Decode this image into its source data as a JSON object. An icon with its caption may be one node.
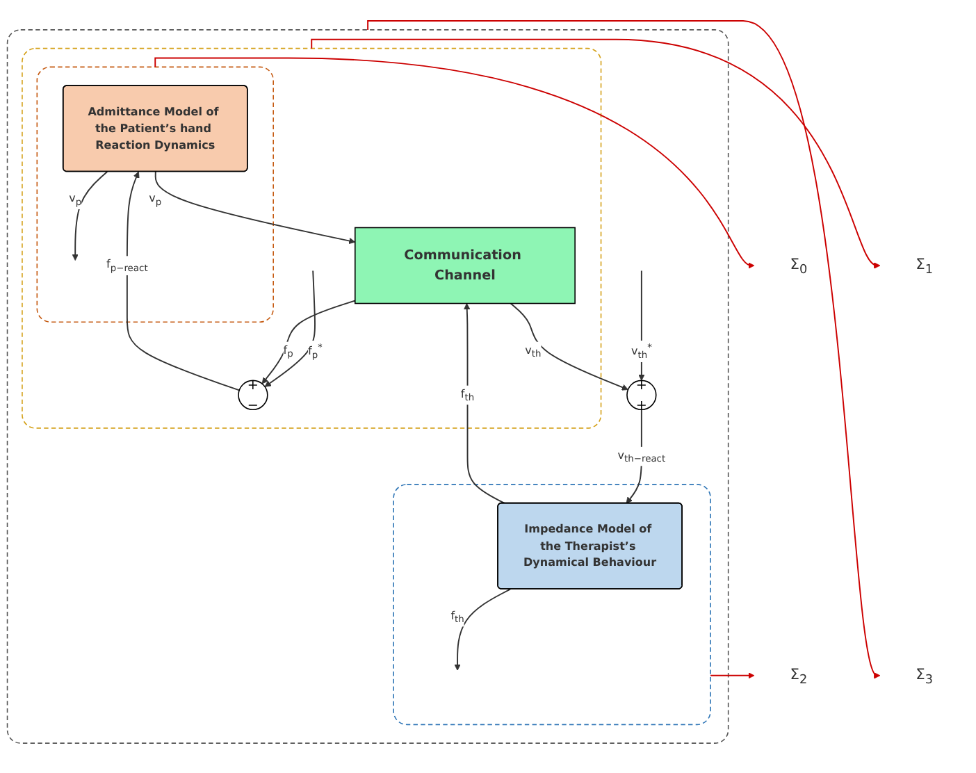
{
  "diagram": {
    "nodes": [
      {
        "text": [],
        "shape": "box"
      },
      {
        "text": [],
        "shape": "box",
        "in": 0
      },
      {
        "text": [],
        "shape": "box",
        "in": 1
      },
      {
        "text": [
          "Admittance Model of the Patient’s hand Reaction Dynamics"
        ],
        "in": 2
      },
      {
        "text": [
          "+",
          "−"
        ],
        "in": 1
      },
      {
        "text": [
          "Communication Channel"
        ],
        "in": 1
      },
      {
        "text": [],
        "shape": "box",
        "in": 0
      },
      {
        "text": [
          "Impedance Model of the Therapist’s Dynamical Behaviour"
        ],
        "in": 6
      },
      {
        "text": [
          "+",
          "+"
        ],
        "in": 0
      },
      {
        "text": [
          "Σ$_{0}$"
        ]
      },
      {
        "text": [
          "Σ$_{1}$"
        ]
      },
      {
        "text": [
          "Σ$_{2}$"
        ]
      },
      {
        "text": [
          "Σ$_{3}$"
        ]
      }
    ],
    "edges": [
      {
        "from": null,
        "to": 4,
        "arrow": "to",
        "label": "f$_{p}$$^{*}$"
      },
      {
        "from": 4,
        "to": 3,
        "arrow": "to",
        "label": "f$_{p−react}$"
      },
      {
        "from": 3,
        "to": null,
        "arrow": "to",
        "label": "v$_{p}$"
      },
      {
        "from": 3,
        "to": 5,
        "arrow": "to",
        "label": "v$_{p}$"
      },
      {
        "from": 5,
        "to": 4,
        "arrow": "to",
        "label": "f$_{p}$"
      },
      {
        "from": 5,
        "to": 8,
        "arrow": "to",
        "label": "v$_{th}$"
      },
      {
        "from": null,
        "to": 8,
        "arrow": "to",
        "label": "v$_{th}$$^{*}$"
      },
      {
        "from": 8,
        "to": 7,
        "arrow": "to",
        "label": "v$_{th−react}$"
      },
      {
        "from": 7,
        "to": 5,
        "arrow": "to",
        "label": "f$_{th}$"
      },
      {
        "from": 7,
        "to": null,
        "arrow": "to",
        "label": "f$_{th}$"
      },
      {
        "from": 2,
        "to": 9,
        "arrow": "to",
        "color": "#cc0000"
      },
      {
        "from": 1,
        "to": 10,
        "arrow": "to",
        "color": "#cc0000"
      },
      {
        "from": 6,
        "to": 11,
        "arrow": "to",
        "color": "#cc0000"
      },
      {
        "from": 0,
        "to": 12,
        "arrow": "to",
        "color": "#cc0000"
      }
    ]
  }
}
